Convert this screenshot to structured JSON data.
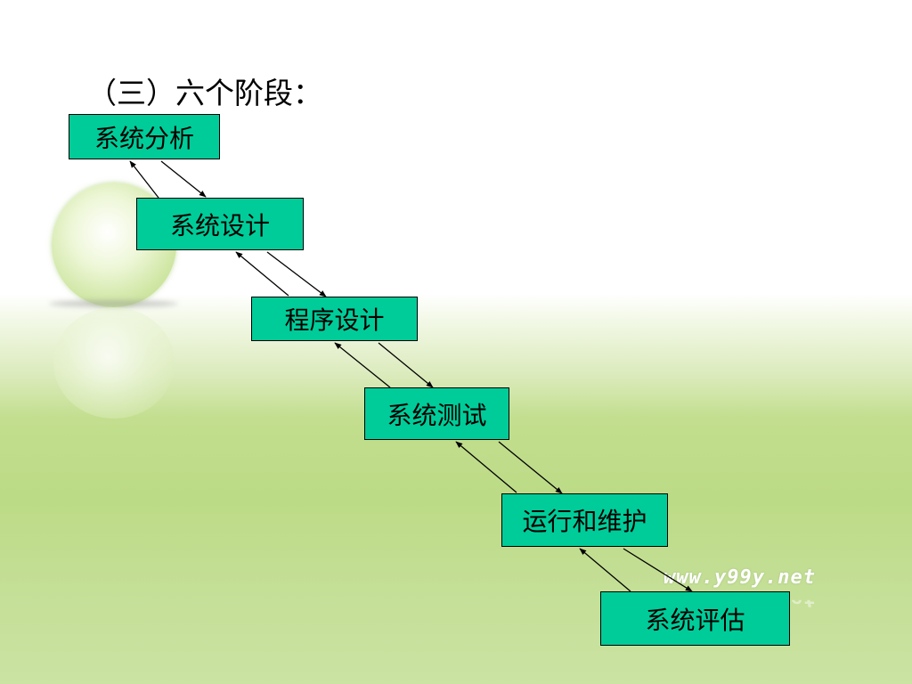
{
  "title": "（三）六个阶段：",
  "stages": [
    {
      "label": "系统分析"
    },
    {
      "label": "系统设计"
    },
    {
      "label": "程序设计"
    },
    {
      "label": "系统测试"
    },
    {
      "label": "运行和维护"
    },
    {
      "label": "系统评估"
    }
  ],
  "watermark": "www.y99y.net",
  "colors": {
    "box_fill": "#00cc99",
    "box_border": "#000000",
    "arrow": "#000000"
  }
}
